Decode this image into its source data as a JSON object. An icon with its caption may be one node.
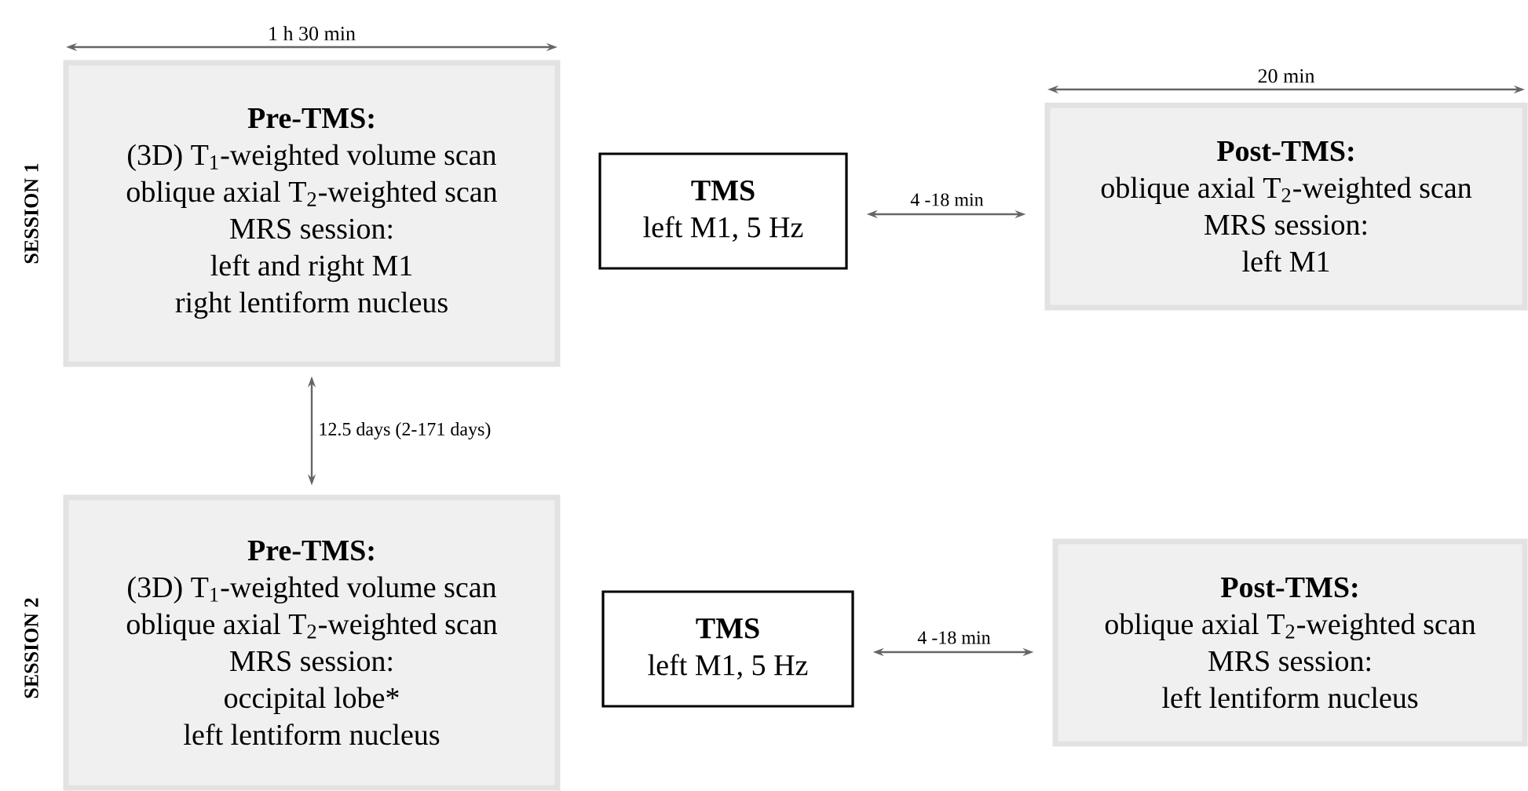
{
  "diagram": {
    "nodes": [
      {
        "text": [
          "Pre-TMS:",
          "(3D) T$_{1}$-weighted volume scan",
          "oblique axial T$_{2}$-weighted scan",
          "MRS session:",
          "left and right M1",
          "right lentiform nucleus"
        ]
      },
      {
        "text": [
          "TMS",
          "left M1, 5 Hz"
        ]
      },
      {
        "text": [
          "Post-TMS:",
          "oblique axial T$_{2}$-weighted scan",
          "MRS session:",
          "left M1"
        ]
      },
      {
        "text": [
          "Pre-TMS:",
          "(3D) T$_{1}$-weighted volume scan",
          "oblique axial T$_{2}$-weighted scan",
          "MRS session:",
          "occipital lobe*",
          "left lentiform nucleus"
        ]
      },
      {
        "text": [
          "TMS",
          "left M1, 5 Hz"
        ]
      },
      {
        "text": [
          "Post-TMS:",
          "oblique axial T$_{2}$-weighted scan",
          "MRS session:",
          "left lentiform nucleus"
        ]
      }
    ],
    "edges": [
      {
        "from": 1,
        "to": 2,
        "arrow": "both",
        "label": "4 -18 min"
      },
      {
        "from": 0,
        "to": 3,
        "arrow": "both",
        "label": "12.5 days (2-171 days)"
      },
      {
        "from": 4,
        "to": 5,
        "arrow": "both",
        "label": "4 -18 min"
      }
    ],
    "labels": [
      "1 h 30 min",
      "20 min",
      "SESSION 1",
      "SESSION 2"
    ]
  }
}
